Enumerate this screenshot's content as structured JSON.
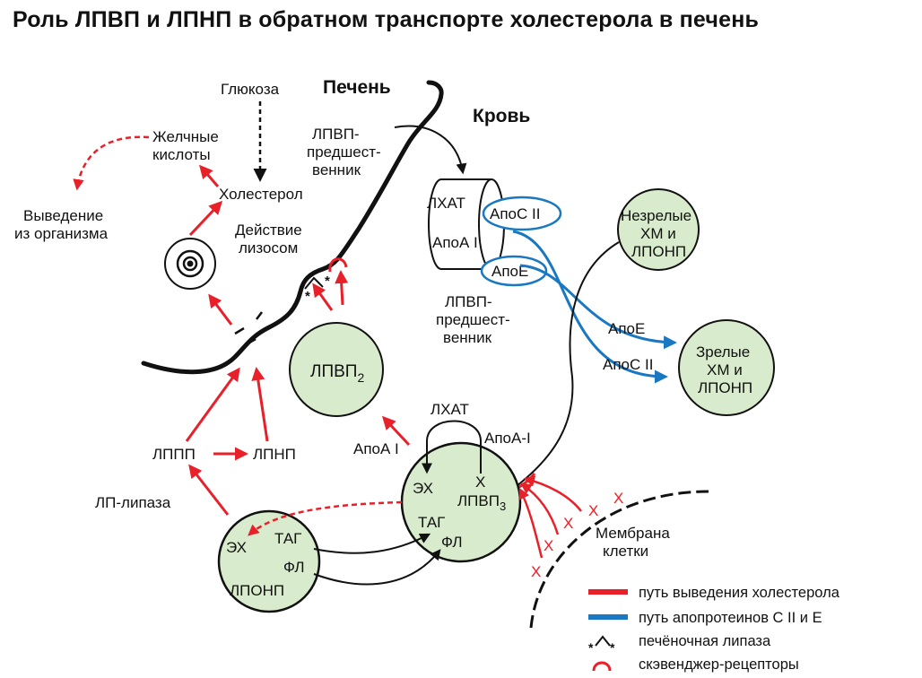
{
  "title": "Роль ЛПВП и ЛПНП в обратном транспорте холестерола в печень",
  "regions": {
    "liver": "Печень",
    "blood": "Кровь"
  },
  "labels": {
    "glucose": "Глюкоза",
    "bile_acids_1": "Желчные",
    "bile_acids_2": "кислоты",
    "excretion_1": "Выведение",
    "excretion_2": "из организма",
    "cholesterol": "Холестерол",
    "lysosome_1": "Действие",
    "lysosome_2": "лизосом",
    "hdl_precursor_top_1": "ЛПВП-",
    "hdl_precursor_top_2": "предшест-",
    "hdl_precursor_top_3": "венник",
    "hdl_precursor_bottom_1": "ЛПВП-",
    "hdl_precursor_bottom_2": "предшест-",
    "hdl_precursor_bottom_3": "венник",
    "lcat_disc": "ЛХАТ",
    "apoa1_disc": "АпоА I",
    "apoc2_disc": "АпоС II",
    "apoe_disc": "АпоЕ",
    "immature_1": "Незрелые",
    "immature_2": "ХМ и",
    "immature_3": "ЛПОНП",
    "mature_1": "Зрелые",
    "mature_2": "ХМ и",
    "mature_3": "ЛПОНП",
    "apoe_transfer": "АпоЕ",
    "apoc2_transfer": "АпоС II",
    "hdl2": "ЛПВП",
    "hdl2_sub": "2",
    "hdl3": "ЛПВП",
    "hdl3_sub": "3",
    "lcat_loop": "ЛХАТ",
    "apoa1_loop": "АпоА-I",
    "apoa1_hdl2": "АпоА I",
    "ce_hdl3": "ЭХ",
    "x_hdl3": "Х",
    "tag_hdl3": "ТАГ",
    "pl_hdl3": "ФЛ",
    "idl": "ЛППП",
    "ldl": "ЛПНП",
    "lp_lipase": "ЛП-липаза",
    "ce_vldl": "ЭХ",
    "tag_vldl": "ТАГ",
    "pl_vldl": "ФЛ",
    "vldl": "ЛПОНП",
    "membrane_1": "Мембрана",
    "membrane_2": "клетки",
    "x_mark": "Х"
  },
  "legend": [
    {
      "symbol": "red-line",
      "label": "путь выведения холестерола"
    },
    {
      "symbol": "blue-line",
      "label": "путь апопротеинов С II и Е"
    },
    {
      "symbol": "lipase-icon",
      "label": "печёночная липаза"
    },
    {
      "symbol": "receptor-icon",
      "label": "скэвенджер-рецепторы"
    }
  ],
  "colors": {
    "cholesterol_path": "#e8202a",
    "apoprotein_path": "#1a78c2",
    "particle_fill": "#d9ebcd",
    "line": "#111111"
  }
}
